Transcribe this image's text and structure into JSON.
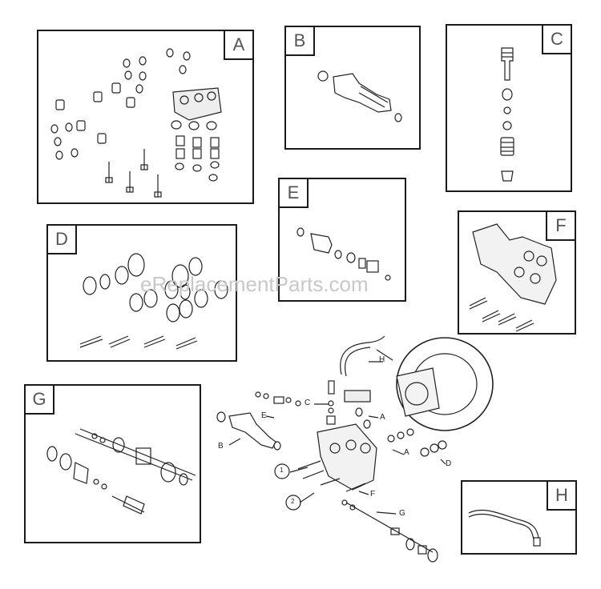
{
  "panels": {
    "a": {
      "label": "A"
    },
    "b": {
      "label": "B"
    },
    "c": {
      "label": "C"
    },
    "d": {
      "label": "D"
    },
    "e": {
      "label": "E"
    },
    "f": {
      "label": "F"
    },
    "g": {
      "label": "G"
    },
    "h": {
      "label": "H"
    }
  },
  "assembly": {
    "callouts": [
      "H",
      "C",
      "A",
      "E",
      "B",
      "A",
      "D",
      "F",
      "G"
    ],
    "circles": [
      "1",
      "2"
    ]
  },
  "watermark": "eReplacementParts.com"
}
